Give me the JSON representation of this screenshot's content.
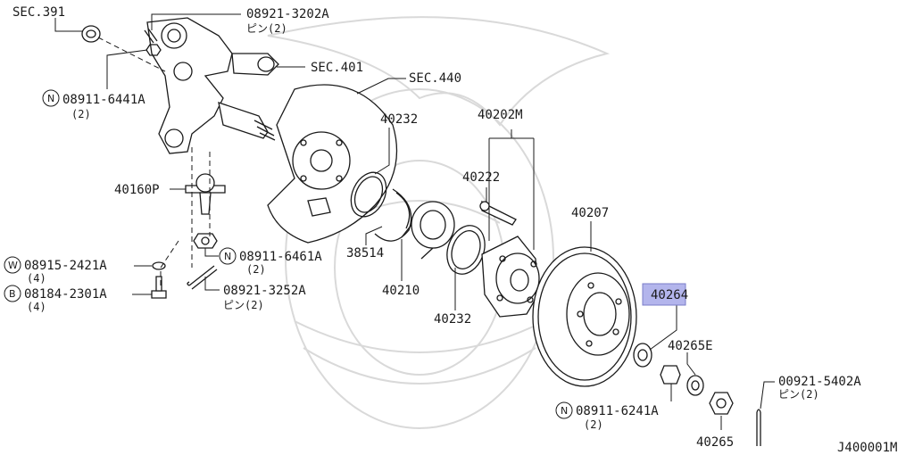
{
  "diagram": {
    "code": "J400001M",
    "highlight_color": "#b3b5ec",
    "labels": {
      "sec391": "SEC.391",
      "p08921_3202A": "08921-3202A",
      "pin2_top": "ピン(2)",
      "sec401": "SEC.401",
      "sec440": "SEC.440",
      "n08911_6441A": "08911-6441A",
      "n08911_6441A_qty": "(2)",
      "p40232_top": "40232",
      "p40202M": "40202M",
      "p40222": "40222",
      "p40160P": "40160P",
      "p40207": "40207",
      "w08915_2421A": "08915-2421A",
      "w_qty": "(4)",
      "n08911_6461A": "08911-6461A",
      "n08911_6461A_qty": "(2)",
      "p38514": "38514",
      "b08184_2301A": "08184-2301A",
      "b_qty": "(4)",
      "p08921_3252A": "08921-3252A",
      "pin2_mid": "ピン(2)",
      "p40210": "40210",
      "p40232_bot": "40232",
      "p40264": "40264",
      "p40265E": "40265E",
      "p00921_5402A": "00921-5402A",
      "pin2_right": "ピン(2)",
      "n08911_6241A": "08911-6241A",
      "n08911_6241A_qty": "(2)",
      "p40265": "40265",
      "circle_N": "N",
      "circle_W": "W",
      "circle_B": "B"
    }
  }
}
